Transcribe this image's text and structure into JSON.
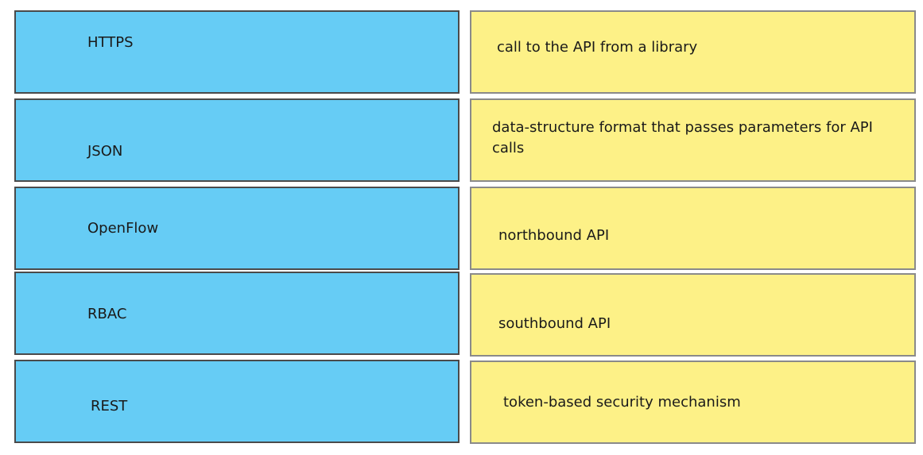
{
  "terms": [
    {
      "label": "HTTPS"
    },
    {
      "label": "JSON"
    },
    {
      "label": "OpenFlow"
    },
    {
      "label": "RBAC"
    },
    {
      "label": "REST"
    }
  ],
  "descriptions": [
    {
      "label": "call to the API from a library"
    },
    {
      "label": "data-structure format that passes parameters for API calls"
    },
    {
      "label": "northbound API"
    },
    {
      "label": "southbound API"
    },
    {
      "label": "token-based security mechanism"
    }
  ],
  "colors": {
    "term_tile": "#66ccf5",
    "description_tile": "#fdf187",
    "tile_border": "#4a4a4a"
  }
}
